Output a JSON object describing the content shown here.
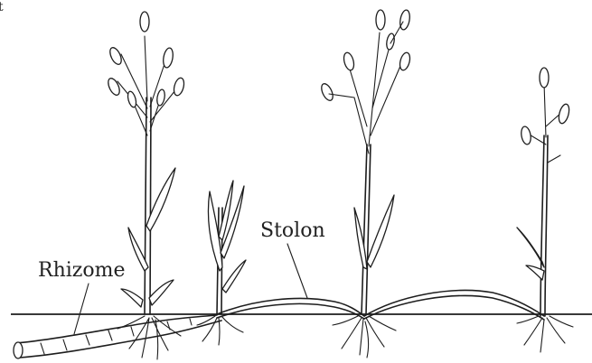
{
  "diagram": {
    "corner_fragment": "t",
    "labels": {
      "stolon": "Stolon",
      "rhizome": "Rhizome"
    }
  }
}
